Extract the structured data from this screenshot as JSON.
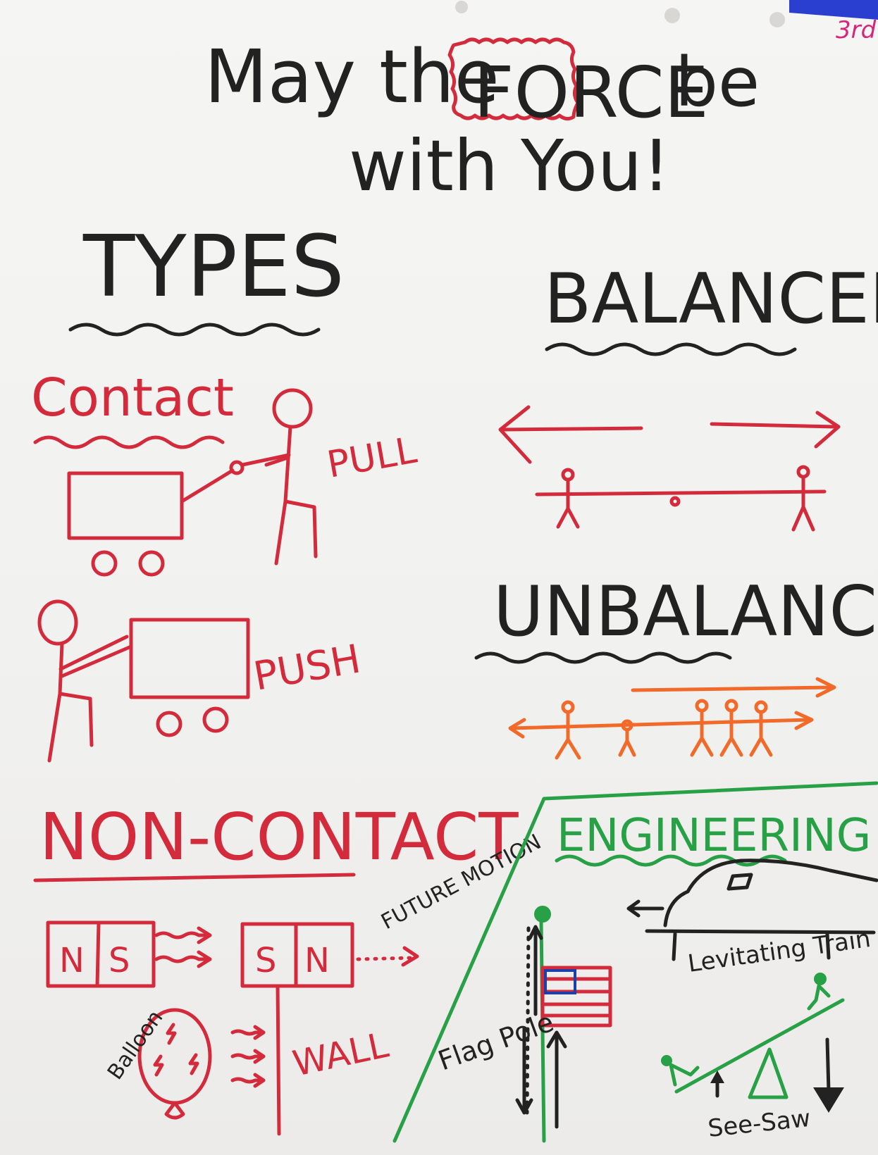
{
  "title": {
    "line1_a": "May the",
    "line1_force": "FORCE",
    "line1_b": "be",
    "line2": "with You!"
  },
  "corner_tag": "3rd",
  "types": {
    "heading": "TYPES",
    "contact": {
      "heading": "Contact",
      "pull_label": "PULL",
      "push_label": "PUSH"
    },
    "non_contact": {
      "heading": "NON-CONTACT",
      "magnet1": [
        "N",
        "S"
      ],
      "magnet2": [
        "S",
        "N"
      ],
      "future_motion_label": "FUTURE MOTION",
      "balloon_label": "Balloon",
      "wall_label": "WALL"
    }
  },
  "balanced": {
    "heading": "BALANCED"
  },
  "unbalanced": {
    "heading": "UNBALANCED"
  },
  "engineering": {
    "heading": "ENGINEERING",
    "train_label": "Levitating Train",
    "flagpole_label": "Flag Pole",
    "seesaw_label": "See-Saw"
  },
  "colors": {
    "black_marker": "#222222",
    "red_marker": "#d42b3c",
    "green_marker": "#28a046",
    "orange_marker": "#f26a2a",
    "blue_tag": "#2a3fd0"
  }
}
